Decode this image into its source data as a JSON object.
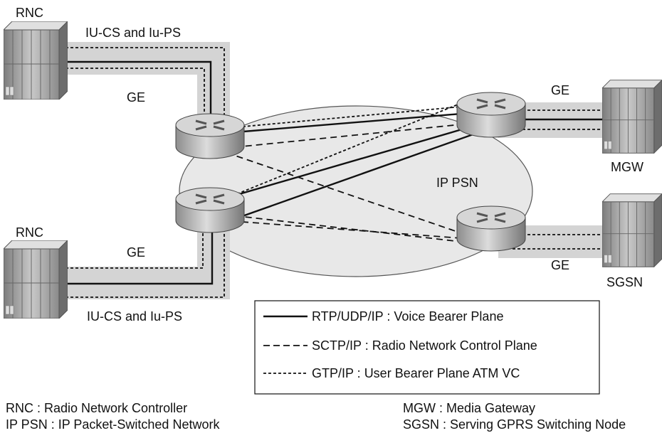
{
  "nodes": {
    "rnc_top_label": "RNC",
    "rnc_bottom_label": "RNC",
    "mgw_label": "MGW",
    "sgsn_label": "SGSN",
    "ip_psn_label": "IP PSN"
  },
  "links": {
    "top_iu_label": "IU-CS and Iu-PS",
    "top_ge_label": "GE",
    "bottom_ge_label": "GE",
    "bottom_iu_label": "IU-CS and Iu-PS",
    "mgw_ge_label": "GE",
    "sgsn_ge_label": "GE"
  },
  "legend": {
    "items": [
      {
        "style": "solid",
        "text": "RTP/UDP/IP : Voice Bearer Plane"
      },
      {
        "style": "dashed",
        "text": "SCTP/IP : Radio Network Control Plane"
      },
      {
        "style": "dotted",
        "text": "GTP/IP : User Bearer Plane ATM VC"
      }
    ]
  },
  "footnotes": {
    "left": [
      "RNC : Radio Network Controller",
      "IP PSN : IP Packet-Switched Network"
    ],
    "right": [
      "MGW : Media Gateway",
      "SGSN : Serving GPRS Switching Node"
    ]
  },
  "colors": {
    "link_band": "#d4d4d4",
    "cloud_fill": "#e8e8e8",
    "device_gray": "#9a9a9a"
  }
}
